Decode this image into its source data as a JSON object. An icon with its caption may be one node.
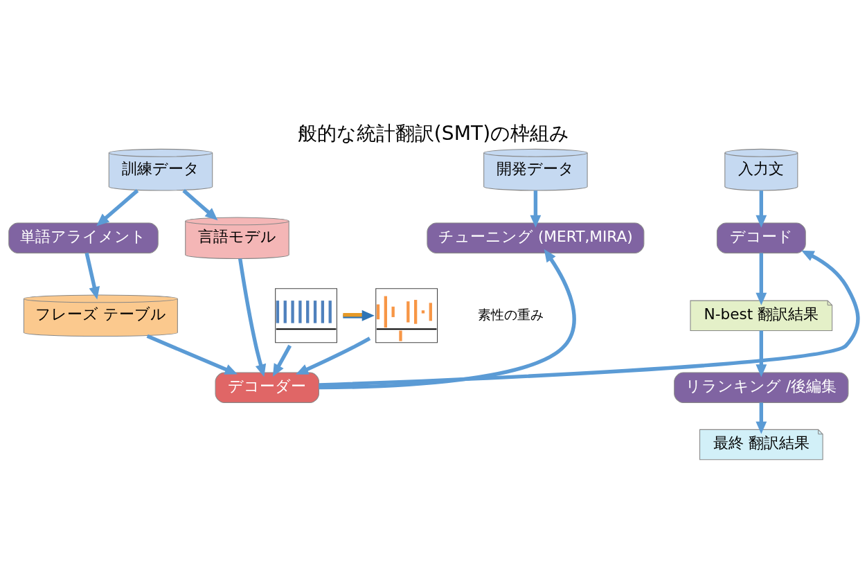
{
  "diagram": {
    "title": "般的な統計翻訳(SMT)の枠組み",
    "nodes": [
      {
        "text": [
          "訓練データ"
        ]
      },
      {
        "text": [
          "開発データ"
        ]
      },
      {
        "text": [
          "入力文"
        ]
      },
      {
        "text": [
          "単語アライメント"
        ]
      },
      {
        "text": [
          "チューニング (MERT,MIRA)"
        ]
      },
      {
        "text": [
          "デコード"
        ]
      },
      {
        "text": [
          "フレーズ テーブル"
        ]
      },
      {
        "text": [],
        "shape": "picture"
      },
      {
        "text": [],
        "shape": "picture"
      },
      {
        "text": [
          "N-best 翻訳結果"
        ]
      },
      {
        "text": [
          "リランキング /後編集"
        ]
      },
      {
        "text": [
          "デコーダー"
        ]
      },
      {
        "text": [
          "言語モデル"
        ]
      },
      {
        "text": [
          "最終 翻訳結果"
        ]
      }
    ],
    "edges": [
      {
        "from": 0,
        "to": 3,
        "arrow": "to"
      },
      {
        "from": 0,
        "to": 12,
        "arrow": "to"
      },
      {
        "from": 1,
        "to": 4,
        "arrow": "to"
      },
      {
        "from": 2,
        "to": 5,
        "arrow": "to"
      },
      {
        "from": 3,
        "to": 6,
        "arrow": "to"
      },
      {
        "from": 7,
        "to": 8,
        "arrow": "to"
      },
      {
        "from": 7,
        "to": 11,
        "arrow": "to"
      },
      {
        "from": 8,
        "to": 11,
        "arrow": "to"
      },
      {
        "from": 6,
        "to": 11,
        "arrow": "to"
      },
      {
        "from": 12,
        "to": 11,
        "arrow": "to"
      },
      {
        "from": 11,
        "to": 4,
        "arrow": "to"
      },
      {
        "from": 11,
        "to": 5,
        "arrow": "to"
      },
      {
        "from": 5,
        "to": 9,
        "arrow": "to"
      },
      {
        "from": 9,
        "to": 10,
        "arrow": "to"
      },
      {
        "from": 10,
        "to": 13,
        "arrow": "to"
      }
    ],
    "labels": [
      "素性の重み"
    ]
  }
}
